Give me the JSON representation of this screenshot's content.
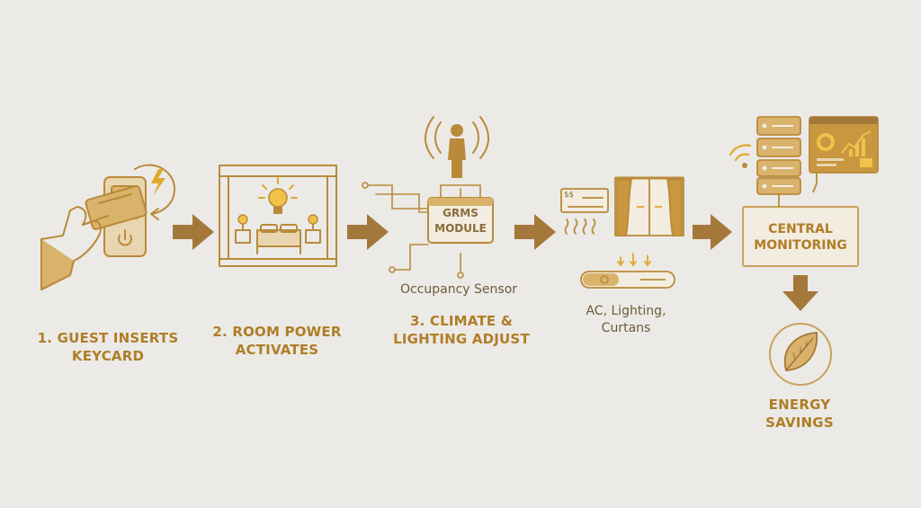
{
  "steps": [
    {
      "line1": "1. GUEST INSERTS",
      "line2": "KEYCARD"
    },
    {
      "line1": "2. ROOM POWER",
      "line2": "ACTIVATES"
    },
    {
      "line1": "3. CLIMATE &",
      "line2": "LIGHTING ADJUST"
    }
  ],
  "grms": {
    "line1": "GRMS",
    "line2": "MODULE"
  },
  "occupancy_label": "Occupancy Sensor",
  "devices": {
    "line1": "AC, Lighting,",
    "line2": "Curtans"
  },
  "ac_display": "$$",
  "central": {
    "line1": "CENTRAL",
    "line2": "MONITORING"
  },
  "energy": {
    "line1": "ENERGY",
    "line2": "SAVINGS"
  },
  "colors": {
    "accent": "#b98a3a",
    "line": "#c9a15b",
    "fill": "#d9b36b",
    "arrow": "#a4783a",
    "text": "#b07d26"
  }
}
